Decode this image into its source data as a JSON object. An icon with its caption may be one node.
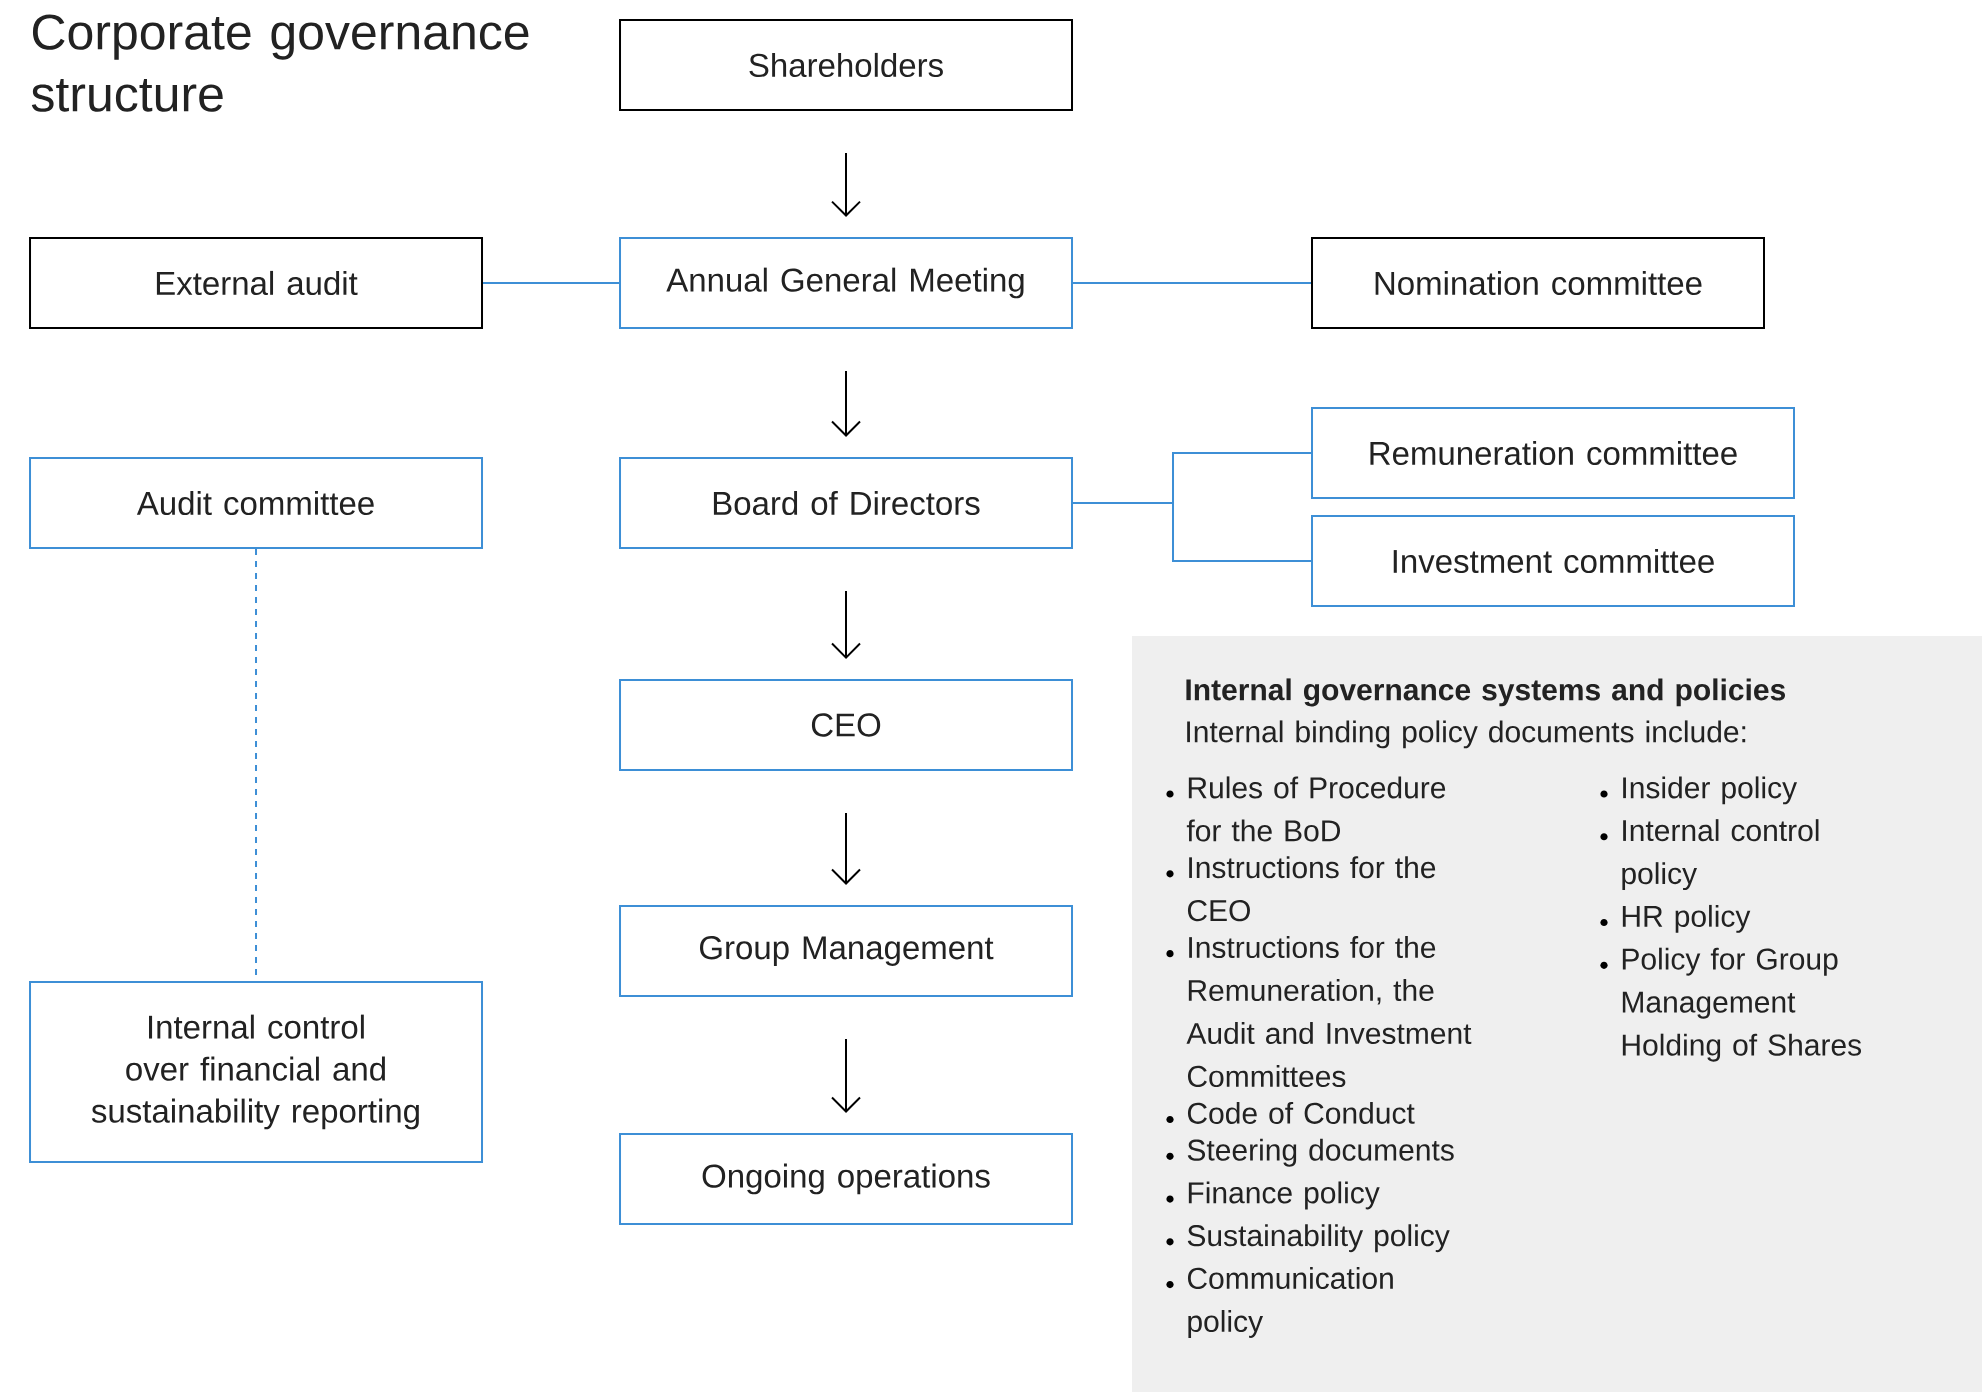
{
  "diagram": {
    "title": "Corporate governance structure",
    "nodes": [
      {
        "text": [
          "Shareholders"
        ]
      },
      {
        "text": [
          "External audit"
        ]
      },
      {
        "text": [
          "Annual General Meeting"
        ]
      },
      {
        "text": [
          "Nomination committee"
        ]
      },
      {
        "text": [
          "Audit committee"
        ]
      },
      {
        "text": [
          "Board of Directors"
        ]
      },
      {
        "text": [
          "Remuneration committee"
        ]
      },
      {
        "text": [
          "Investment committee"
        ]
      },
      {
        "text": [
          "CEO"
        ]
      },
      {
        "text": [
          "Group Management"
        ]
      },
      {
        "text": [
          "Internal control over financial and sustainability reporting"
        ]
      },
      {
        "text": [
          "Ongoing operations"
        ]
      },
      {
        "text": [
          "Internal governance systems and policies",
          "Internal binding policy documents include:",
          "Rules of Procedure for the BoD",
          "Instructions for the CEO",
          "Instructions for the Remuneration, the Audit and Investment Committees",
          "Code of Conduct",
          "Steering documents",
          "Finance policy",
          "Sustainability policy",
          "Communication policy",
          "Insider policy",
          "Internal control policy",
          "HR policy",
          "Policy for Group Management Holding of Shares"
        ]
      }
    ],
    "edges": [
      {
        "from": 0,
        "to": 2,
        "arrow": "to"
      },
      {
        "from": 1,
        "to": 2,
        "arrow": "none",
        "color": "#3d8fd6"
      },
      {
        "from": 2,
        "to": 3,
        "arrow": "none",
        "color": "#3d8fd6"
      },
      {
        "from": 2,
        "to": 5,
        "arrow": "to"
      },
      {
        "from": 5,
        "to": 6,
        "arrow": "none",
        "color": "#3d8fd6"
      },
      {
        "from": 5,
        "to": 7,
        "arrow": "none",
        "color": "#3d8fd6"
      },
      {
        "from": 4,
        "to": 10,
        "arrow": "none",
        "style": "dashed",
        "color": "#3d8fd6"
      },
      {
        "from": 5,
        "to": 8,
        "arrow": "to"
      },
      {
        "from": 8,
        "to": 9,
        "arrow": "to"
      },
      {
        "from": 9,
        "to": 11,
        "arrow": "to"
      }
    ]
  }
}
